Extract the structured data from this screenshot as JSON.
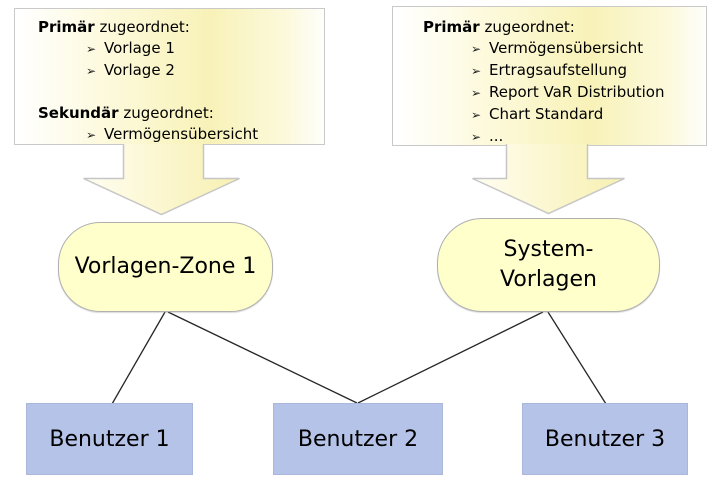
{
  "colors": {
    "note_border": "#c9c9c9",
    "note_yellow_peak": "#f8f2b8",
    "arrow_outline": "#c6c6c6",
    "zone_fill": "#ffffcc",
    "zone_border": "#b0b0b0",
    "user_fill": "#b5c3e8",
    "connector_line": "#262626",
    "text": "#000000"
  },
  "bullet_char": "➢",
  "left_note": {
    "sections": [
      {
        "header_bold": "Primär",
        "header_rest": " zugeordnet:",
        "items": [
          "Vorlage 1",
          "Vorlage 2"
        ]
      },
      {
        "header_bold": "Sekundär",
        "header_rest": " zugeordnet:",
        "items": [
          "Vermögensübersicht"
        ]
      }
    ]
  },
  "right_note": {
    "sections": [
      {
        "header_bold": "Primär",
        "header_rest": " zugeordnet:",
        "items": [
          "Vermögensübersicht",
          "Ertragsaufstellung",
          "Report VaR Distribution",
          "Chart Standard",
          "..."
        ]
      }
    ]
  },
  "zones": {
    "left_label": "Vorlagen-Zone 1",
    "right_label_line1": "System-",
    "right_label_line2": "Vorlagen"
  },
  "users": [
    "Benutzer 1",
    "Benutzer 2",
    "Benutzer 3"
  ]
}
